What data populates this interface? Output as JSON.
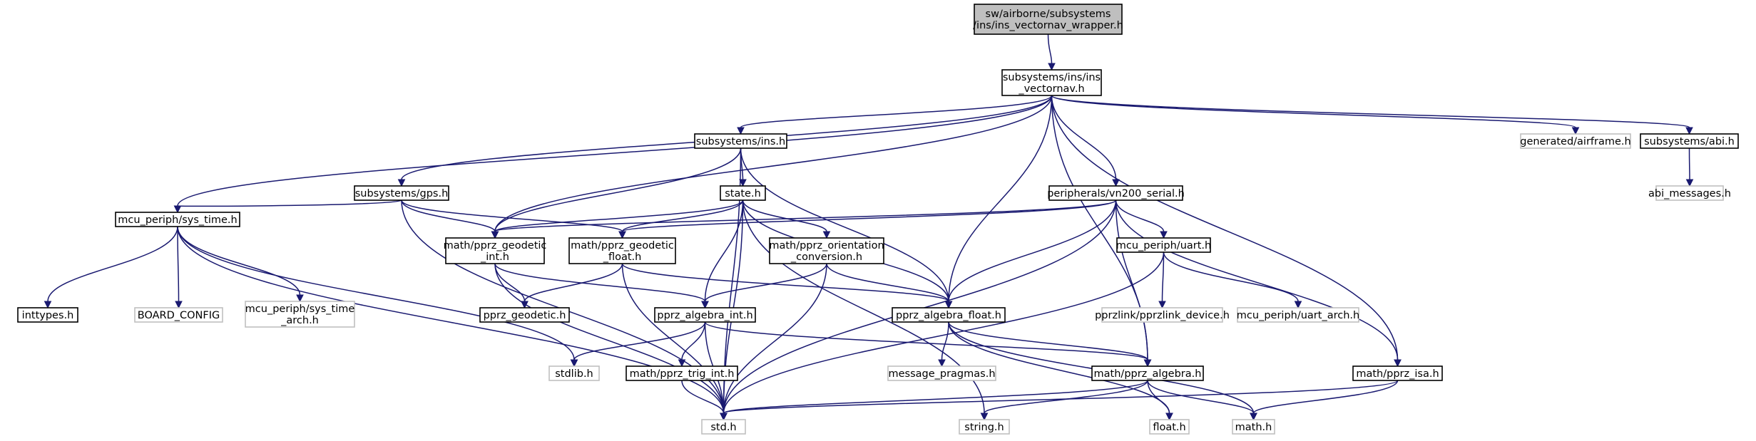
{
  "diagram": {
    "type": "include-dependency-graph",
    "colors": {
      "edge": "#191970",
      "root_fill": "#bfbfbf",
      "node_border": "#000000",
      "missing_border": "#bfbfbf"
    },
    "nodes": [
      {
        "id": "wrapper",
        "lines": [
          "sw/airborne/subsystems",
          "/ins/ins_vectornav_wrapper.h"
        ],
        "style": "root"
      },
      {
        "id": "ins_vectornav",
        "lines": [
          "subsystems/ins/ins",
          "_vectornav.h"
        ],
        "style": "normal"
      },
      {
        "id": "ins",
        "lines": [
          "subsystems/ins.h"
        ],
        "style": "normal"
      },
      {
        "id": "airframe",
        "lines": [
          "generated/airframe.h"
        ],
        "style": "missing"
      },
      {
        "id": "abi",
        "lines": [
          "subsystems/abi.h"
        ],
        "style": "normal"
      },
      {
        "id": "abi_messages",
        "lines": [
          "abi_messages.h"
        ],
        "style": "missing"
      },
      {
        "id": "gps",
        "lines": [
          "subsystems/gps.h"
        ],
        "style": "normal"
      },
      {
        "id": "state",
        "lines": [
          "state.h"
        ],
        "style": "normal"
      },
      {
        "id": "vn200",
        "lines": [
          "peripherals/vn200_serial.h"
        ],
        "style": "normal"
      },
      {
        "id": "sys_time",
        "lines": [
          "mcu_periph/sys_time.h"
        ],
        "style": "normal"
      },
      {
        "id": "geodetic_int",
        "lines": [
          "math/pprz_geodetic",
          "_int.h"
        ],
        "style": "normal"
      },
      {
        "id": "geodetic_float",
        "lines": [
          "math/pprz_geodetic",
          "_float.h"
        ],
        "style": "normal"
      },
      {
        "id": "orientation",
        "lines": [
          "math/pprz_orientation",
          "_conversion.h"
        ],
        "style": "normal"
      },
      {
        "id": "uart",
        "lines": [
          "mcu_periph/uart.h"
        ],
        "style": "normal"
      },
      {
        "id": "inttypes",
        "lines": [
          "inttypes.h"
        ],
        "style": "normal"
      },
      {
        "id": "board_config",
        "lines": [
          "BOARD_CONFIG"
        ],
        "style": "missing"
      },
      {
        "id": "sys_time_arch",
        "lines": [
          "mcu_periph/sys_time",
          "_arch.h"
        ],
        "style": "missing"
      },
      {
        "id": "geodetic",
        "lines": [
          "pprz_geodetic.h"
        ],
        "style": "normal"
      },
      {
        "id": "algebra_int",
        "lines": [
          "pprz_algebra_int.h"
        ],
        "style": "normal"
      },
      {
        "id": "algebra_float",
        "lines": [
          "pprz_algebra_float.h"
        ],
        "style": "normal"
      },
      {
        "id": "pprzlink",
        "lines": [
          "pprzlink/pprzlink_device.h"
        ],
        "style": "missing"
      },
      {
        "id": "uart_arch",
        "lines": [
          "mcu_periph/uart_arch.h"
        ],
        "style": "missing"
      },
      {
        "id": "stdlib",
        "lines": [
          "stdlib.h"
        ],
        "style": "missing"
      },
      {
        "id": "trig_int",
        "lines": [
          "math/pprz_trig_int.h"
        ],
        "style": "normal"
      },
      {
        "id": "msg_pragmas",
        "lines": [
          "message_pragmas.h"
        ],
        "style": "missing"
      },
      {
        "id": "algebra",
        "lines": [
          "math/pprz_algebra.h"
        ],
        "style": "normal"
      },
      {
        "id": "isa",
        "lines": [
          "math/pprz_isa.h"
        ],
        "style": "normal"
      },
      {
        "id": "std",
        "lines": [
          "std.h"
        ],
        "style": "missing"
      },
      {
        "id": "string",
        "lines": [
          "string.h"
        ],
        "style": "missing"
      },
      {
        "id": "floath",
        "lines": [
          "float.h"
        ],
        "style": "missing"
      },
      {
        "id": "mathh",
        "lines": [
          "math.h"
        ],
        "style": "missing"
      }
    ],
    "edges": [
      [
        "wrapper",
        "ins_vectornav"
      ],
      [
        "ins_vectornav",
        "ins"
      ],
      [
        "ins_vectornav",
        "airframe"
      ],
      [
        "ins_vectornav",
        "abi"
      ],
      [
        "ins_vectornav",
        "gps"
      ],
      [
        "ins_vectornav",
        "vn200"
      ],
      [
        "ins_vectornav",
        "sys_time"
      ],
      [
        "ins_vectornav",
        "geodetic_int"
      ],
      [
        "ins_vectornav",
        "algebra_float"
      ],
      [
        "ins_vectornav",
        "algebra"
      ],
      [
        "ins_vectornav",
        "isa"
      ],
      [
        "abi",
        "abi_messages"
      ],
      [
        "ins",
        "state"
      ],
      [
        "ins",
        "geodetic_int"
      ],
      [
        "ins",
        "algebra_float"
      ],
      [
        "ins",
        "std"
      ],
      [
        "gps",
        "sys_time"
      ],
      [
        "gps",
        "geodetic_int"
      ],
      [
        "gps",
        "geodetic_float"
      ],
      [
        "gps",
        "std"
      ],
      [
        "state",
        "geodetic_int"
      ],
      [
        "state",
        "geodetic_float"
      ],
      [
        "state",
        "orientation"
      ],
      [
        "state",
        "algebra_int"
      ],
      [
        "state",
        "algebra_float"
      ],
      [
        "state",
        "std"
      ],
      [
        "state",
        "string"
      ],
      [
        "vn200",
        "uart"
      ],
      [
        "vn200",
        "geodetic_int"
      ],
      [
        "vn200",
        "geodetic_float"
      ],
      [
        "vn200",
        "algebra_float"
      ],
      [
        "vn200",
        "algebra"
      ],
      [
        "vn200",
        "isa"
      ],
      [
        "vn200",
        "std"
      ],
      [
        "sys_time",
        "inttypes"
      ],
      [
        "sys_time",
        "board_config"
      ],
      [
        "sys_time",
        "sys_time_arch"
      ],
      [
        "sys_time",
        "stdlib"
      ],
      [
        "sys_time",
        "std"
      ],
      [
        "geodetic_int",
        "geodetic"
      ],
      [
        "geodetic_int",
        "algebra_int"
      ],
      [
        "geodetic_int",
        "std"
      ],
      [
        "geodetic_float",
        "geodetic"
      ],
      [
        "geodetic_float",
        "algebra_float"
      ],
      [
        "geodetic_float",
        "std"
      ],
      [
        "orientation",
        "algebra_int"
      ],
      [
        "orientation",
        "algebra_float"
      ],
      [
        "orientation",
        "std"
      ],
      [
        "uart",
        "pprzlink"
      ],
      [
        "uart",
        "uart_arch"
      ],
      [
        "uart",
        "std"
      ],
      [
        "algebra_int",
        "stdlib"
      ],
      [
        "algebra_int",
        "trig_int"
      ],
      [
        "algebra_int",
        "algebra"
      ],
      [
        "algebra_int",
        "std"
      ],
      [
        "algebra_float",
        "msg_pragmas"
      ],
      [
        "algebra_float",
        "algebra"
      ],
      [
        "algebra_float",
        "floath"
      ],
      [
        "algebra_float",
        "mathh"
      ],
      [
        "trig_int",
        "std"
      ],
      [
        "algebra",
        "std"
      ],
      [
        "algebra",
        "string"
      ],
      [
        "algebra",
        "floath"
      ],
      [
        "algebra",
        "mathh"
      ],
      [
        "isa",
        "std"
      ],
      [
        "isa",
        "mathh"
      ]
    ]
  }
}
